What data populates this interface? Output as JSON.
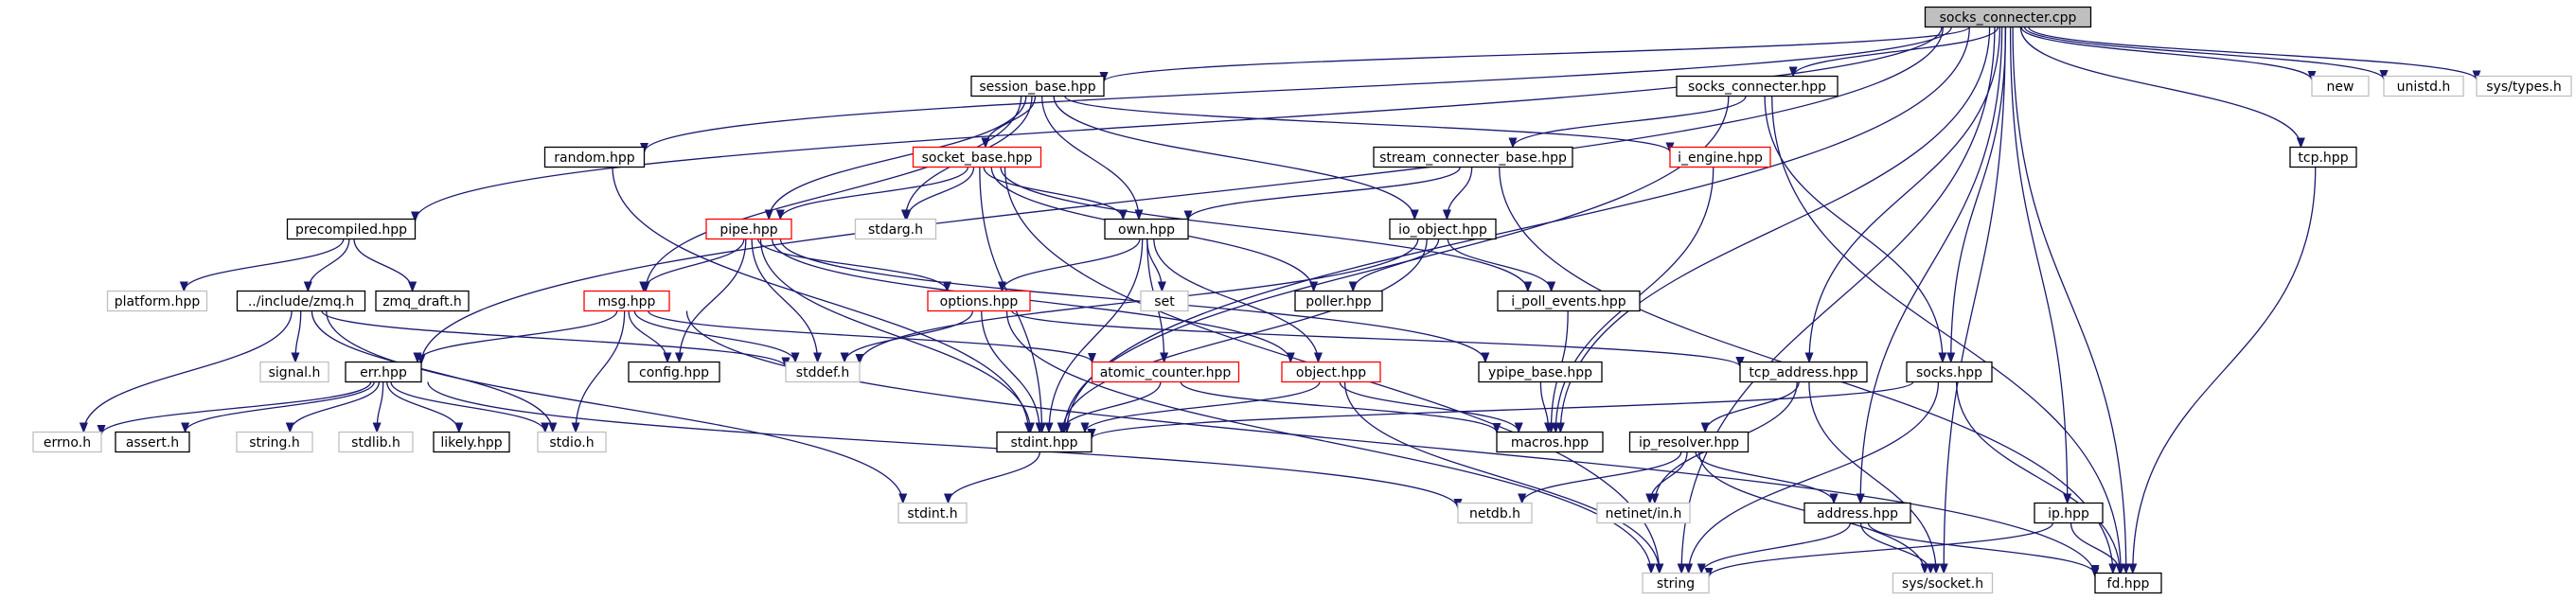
{
  "graph": {
    "nodes": [
      {
        "id": "socks_connecter_cpp",
        "label": "socks_connecter.cpp",
        "kind": "focus"
      },
      {
        "id": "precompiled",
        "label": "precompiled.hpp",
        "kind": "doc"
      },
      {
        "id": "platform",
        "label": "platform.hpp",
        "kind": "sys"
      },
      {
        "id": "zmq_h",
        "label": "../include/zmq.h",
        "kind": "doc"
      },
      {
        "id": "zmq_draft",
        "label": "zmq_draft.h",
        "kind": "doc"
      },
      {
        "id": "errno_h",
        "label": "errno.h",
        "kind": "sys"
      },
      {
        "id": "stddef_h",
        "label": "stddef.h",
        "kind": "sys"
      },
      {
        "id": "stdio_h",
        "label": "stdio.h",
        "kind": "sys"
      },
      {
        "id": "stdint_h",
        "label": "stdint.h",
        "kind": "sys"
      },
      {
        "id": "signal_h",
        "label": "signal.h",
        "kind": "sys"
      },
      {
        "id": "err_hpp",
        "label": "err.hpp",
        "kind": "doc"
      },
      {
        "id": "assert_h",
        "label": "assert.h",
        "kind": "doc"
      },
      {
        "id": "string_h",
        "label": "string.h",
        "kind": "sys"
      },
      {
        "id": "stdlib_h",
        "label": "stdlib.h",
        "kind": "sys"
      },
      {
        "id": "likely",
        "label": "likely.hpp",
        "kind": "doc"
      },
      {
        "id": "netdb_h",
        "label": "netdb.h",
        "kind": "sys"
      },
      {
        "id": "random",
        "label": "random.hpp",
        "kind": "doc"
      },
      {
        "id": "stdint_hpp",
        "label": "stdint.hpp",
        "kind": "doc"
      },
      {
        "id": "session_base",
        "label": "session_base.hpp",
        "kind": "doc"
      },
      {
        "id": "socket_base",
        "label": "socket_base.hpp",
        "kind": "red"
      },
      {
        "id": "pipe",
        "label": "pipe.hpp",
        "kind": "red"
      },
      {
        "id": "msg",
        "label": "msg.hpp",
        "kind": "red"
      },
      {
        "id": "config",
        "label": "config.hpp",
        "kind": "doc"
      },
      {
        "id": "stdarg_h",
        "label": "stdarg.h",
        "kind": "sys"
      },
      {
        "id": "own",
        "label": "own.hpp",
        "kind": "doc"
      },
      {
        "id": "set",
        "label": "set",
        "kind": "sys"
      },
      {
        "id": "options",
        "label": "options.hpp",
        "kind": "red"
      },
      {
        "id": "atomic_counter",
        "label": "atomic_counter.hpp",
        "kind": "red"
      },
      {
        "id": "object",
        "label": "object.hpp",
        "kind": "red"
      },
      {
        "id": "ypipe_base",
        "label": "ypipe_base.hpp",
        "kind": "doc"
      },
      {
        "id": "macros",
        "label": "macros.hpp",
        "kind": "doc"
      },
      {
        "id": "string",
        "label": "string",
        "kind": "sys"
      },
      {
        "id": "io_object",
        "label": "io_object.hpp",
        "kind": "doc"
      },
      {
        "id": "poller",
        "label": "poller.hpp",
        "kind": "doc"
      },
      {
        "id": "i_poll_events",
        "label": "i_poll_events.hpp",
        "kind": "doc"
      },
      {
        "id": "i_engine",
        "label": "i_engine.hpp",
        "kind": "red"
      },
      {
        "id": "socks_connecter_hpp",
        "label": "socks_connecter.hpp",
        "kind": "doc"
      },
      {
        "id": "stream_connecter_base",
        "label": "stream_connecter_base.hpp",
        "kind": "doc"
      },
      {
        "id": "tcp_address",
        "label": "tcp_address.hpp",
        "kind": "doc"
      },
      {
        "id": "ip_resolver",
        "label": "ip_resolver.hpp",
        "kind": "doc"
      },
      {
        "id": "netinet_in",
        "label": "netinet/in.h",
        "kind": "sys"
      },
      {
        "id": "address",
        "label": "address.hpp",
        "kind": "doc"
      },
      {
        "id": "sys_socket",
        "label": "sys/socket.h",
        "kind": "sys"
      },
      {
        "id": "socks",
        "label": "socks.hpp",
        "kind": "doc"
      },
      {
        "id": "fd",
        "label": "fd.hpp",
        "kind": "doc"
      },
      {
        "id": "ip",
        "label": "ip.hpp",
        "kind": "doc"
      },
      {
        "id": "tcp",
        "label": "tcp.hpp",
        "kind": "doc"
      },
      {
        "id": "new",
        "label": "new",
        "kind": "sys"
      },
      {
        "id": "unistd_h",
        "label": "unistd.h",
        "kind": "sys"
      },
      {
        "id": "sys_types",
        "label": "sys/types.h",
        "kind": "sys"
      }
    ],
    "edges": [
      [
        "socks_connecter_cpp",
        "precompiled"
      ],
      [
        "socks_connecter_cpp",
        "err_hpp"
      ],
      [
        "socks_connecter_cpp",
        "random"
      ],
      [
        "socks_connecter_cpp",
        "session_base"
      ],
      [
        "socks_connecter_cpp",
        "socks_connecter_hpp"
      ],
      [
        "socks_connecter_cpp",
        "tcp_address"
      ],
      [
        "socks_connecter_cpp",
        "socks"
      ],
      [
        "socks_connecter_cpp",
        "stdint_hpp"
      ],
      [
        "socks_connecter_cpp",
        "macros"
      ],
      [
        "socks_connecter_cpp",
        "string"
      ],
      [
        "socks_connecter_cpp",
        "address"
      ],
      [
        "socks_connecter_cpp",
        "sys_socket"
      ],
      [
        "socks_connecter_cpp",
        "ip"
      ],
      [
        "socks_connecter_cpp",
        "tcp"
      ],
      [
        "socks_connecter_cpp",
        "fd"
      ],
      [
        "socks_connecter_cpp",
        "new"
      ],
      [
        "socks_connecter_cpp",
        "unistd_h"
      ],
      [
        "socks_connecter_cpp",
        "sys_types"
      ],
      [
        "precompiled",
        "platform"
      ],
      [
        "precompiled",
        "zmq_h"
      ],
      [
        "precompiled",
        "zmq_draft"
      ],
      [
        "zmq_h",
        "errno_h"
      ],
      [
        "zmq_h",
        "stddef_h"
      ],
      [
        "zmq_h",
        "stdio_h"
      ],
      [
        "zmq_h",
        "stdint_h"
      ],
      [
        "zmq_h",
        "signal_h"
      ],
      [
        "err_hpp",
        "errno_h"
      ],
      [
        "err_hpp",
        "assert_h"
      ],
      [
        "err_hpp",
        "string_h"
      ],
      [
        "err_hpp",
        "stdlib_h"
      ],
      [
        "err_hpp",
        "likely"
      ],
      [
        "err_hpp",
        "stdio_h"
      ],
      [
        "err_hpp",
        "netdb_h"
      ],
      [
        "random",
        "stdint_hpp"
      ],
      [
        "stdint_hpp",
        "stdint_h"
      ],
      [
        "session_base",
        "socket_base"
      ],
      [
        "session_base",
        "pipe"
      ],
      [
        "session_base",
        "msg"
      ],
      [
        "session_base",
        "stdarg_h"
      ],
      [
        "session_base",
        "own"
      ],
      [
        "session_base",
        "io_object"
      ],
      [
        "session_base",
        "i_engine"
      ],
      [
        "socket_base",
        "pipe"
      ],
      [
        "socket_base",
        "stdarg_h"
      ],
      [
        "socket_base",
        "own"
      ],
      [
        "socket_base",
        "poller"
      ],
      [
        "socket_base",
        "i_poll_events"
      ],
      [
        "socket_base",
        "stdint_hpp"
      ],
      [
        "socket_base",
        "string"
      ],
      [
        "pipe",
        "msg"
      ],
      [
        "pipe",
        "config"
      ],
      [
        "pipe",
        "stddef_h"
      ],
      [
        "pipe",
        "stdint_hpp"
      ],
      [
        "pipe",
        "options"
      ],
      [
        "pipe",
        "object"
      ],
      [
        "pipe",
        "ypipe_base"
      ],
      [
        "msg",
        "err_hpp"
      ],
      [
        "msg",
        "config"
      ],
      [
        "msg",
        "stddef_h"
      ],
      [
        "msg",
        "stdio_h"
      ],
      [
        "msg",
        "atomic_counter"
      ],
      [
        "msg",
        "fd"
      ],
      [
        "own",
        "set"
      ],
      [
        "own",
        "options"
      ],
      [
        "own",
        "atomic_counter"
      ],
      [
        "own",
        "object"
      ],
      [
        "own",
        "stdint_hpp"
      ],
      [
        "options",
        "stddef_h"
      ],
      [
        "options",
        "stdint_hpp"
      ],
      [
        "options",
        "tcp_address"
      ],
      [
        "options",
        "string"
      ],
      [
        "atomic_counter",
        "stdint_hpp"
      ],
      [
        "atomic_counter",
        "macros"
      ],
      [
        "object",
        "stdint_hpp"
      ],
      [
        "object",
        "macros"
      ],
      [
        "object",
        "string"
      ],
      [
        "ypipe_base",
        "macros"
      ],
      [
        "io_object",
        "poller"
      ],
      [
        "io_object",
        "i_poll_events"
      ],
      [
        "io_object",
        "stddef_h"
      ],
      [
        "io_object",
        "stdint_hpp"
      ],
      [
        "i_poll_events",
        "macros"
      ],
      [
        "i_engine",
        "macros"
      ],
      [
        "socks_connecter_hpp",
        "stream_connecter_base"
      ],
      [
        "socks_connecter_hpp",
        "stdint_hpp"
      ],
      [
        "socks_connecter_hpp",
        "socks"
      ],
      [
        "socks_connecter_hpp",
        "fd"
      ],
      [
        "stream_connecter_base",
        "own"
      ],
      [
        "stream_connecter_base",
        "io_object"
      ],
      [
        "stream_connecter_base",
        "fd"
      ],
      [
        "tcp_address",
        "ip_resolver"
      ],
      [
        "tcp_address",
        "netinet_in"
      ],
      [
        "tcp_address",
        "sys_socket"
      ],
      [
        "ip_resolver",
        "netdb_h"
      ],
      [
        "ip_resolver",
        "netinet_in"
      ],
      [
        "ip_resolver",
        "address"
      ],
      [
        "ip_resolver",
        "sys_socket"
      ],
      [
        "address",
        "string"
      ],
      [
        "address",
        "sys_socket"
      ],
      [
        "address",
        "fd"
      ],
      [
        "socks",
        "string"
      ],
      [
        "socks",
        "stdint_hpp"
      ],
      [
        "socks",
        "fd"
      ],
      [
        "ip",
        "string"
      ],
      [
        "ip",
        "fd"
      ],
      [
        "tcp",
        "fd"
      ]
    ]
  }
}
